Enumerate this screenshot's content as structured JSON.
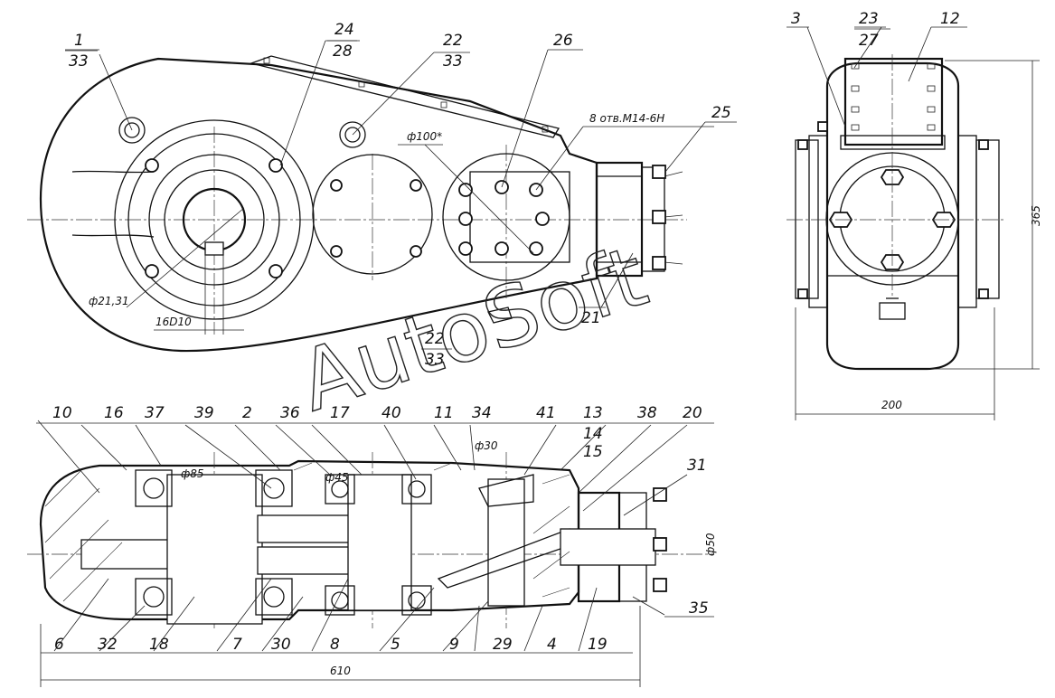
{
  "watermark": "AutoSoft",
  "annotations": {
    "thread_note": "8 отв.М14-6Н",
    "diam_100": "ф100*",
    "diam_21": "ф21,31",
    "key_16": "16D10",
    "diam_85": "ф85",
    "diam_45": "ф45",
    "diam_30": "ф30",
    "diam_50": "ф50"
  },
  "dimensions": {
    "overall_length": "610",
    "side_height": "365",
    "side_width": "200"
  },
  "callouts_top": {
    "c1": "1",
    "c1b": "33",
    "c24": "24",
    "c24b": "28",
    "c22": "22",
    "c22b": "33",
    "c26": "26",
    "c25": "25",
    "c21": "21",
    "c22m": "22",
    "c22mb": "33"
  },
  "callouts_side": {
    "c3": "3",
    "c23": "23",
    "c23b": "27",
    "c12": "12"
  },
  "callouts_section_top": {
    "c10": "10",
    "c16": "16",
    "c37": "37",
    "c39": "39",
    "c2": "2",
    "c36": "36",
    "c17": "17",
    "c40": "40",
    "c11": "11",
    "c34": "34",
    "c41": "41",
    "c13": "13",
    "c14": "14",
    "c15": "15",
    "c38": "38",
    "c20": "20",
    "c31": "31"
  },
  "callouts_section_bottom": {
    "c6": "6",
    "c32": "32",
    "c18": "18",
    "c7": "7",
    "c30": "30",
    "c8": "8",
    "c5": "5",
    "c9": "9",
    "c29": "29",
    "c4": "4",
    "c19": "19",
    "c35": "35"
  }
}
